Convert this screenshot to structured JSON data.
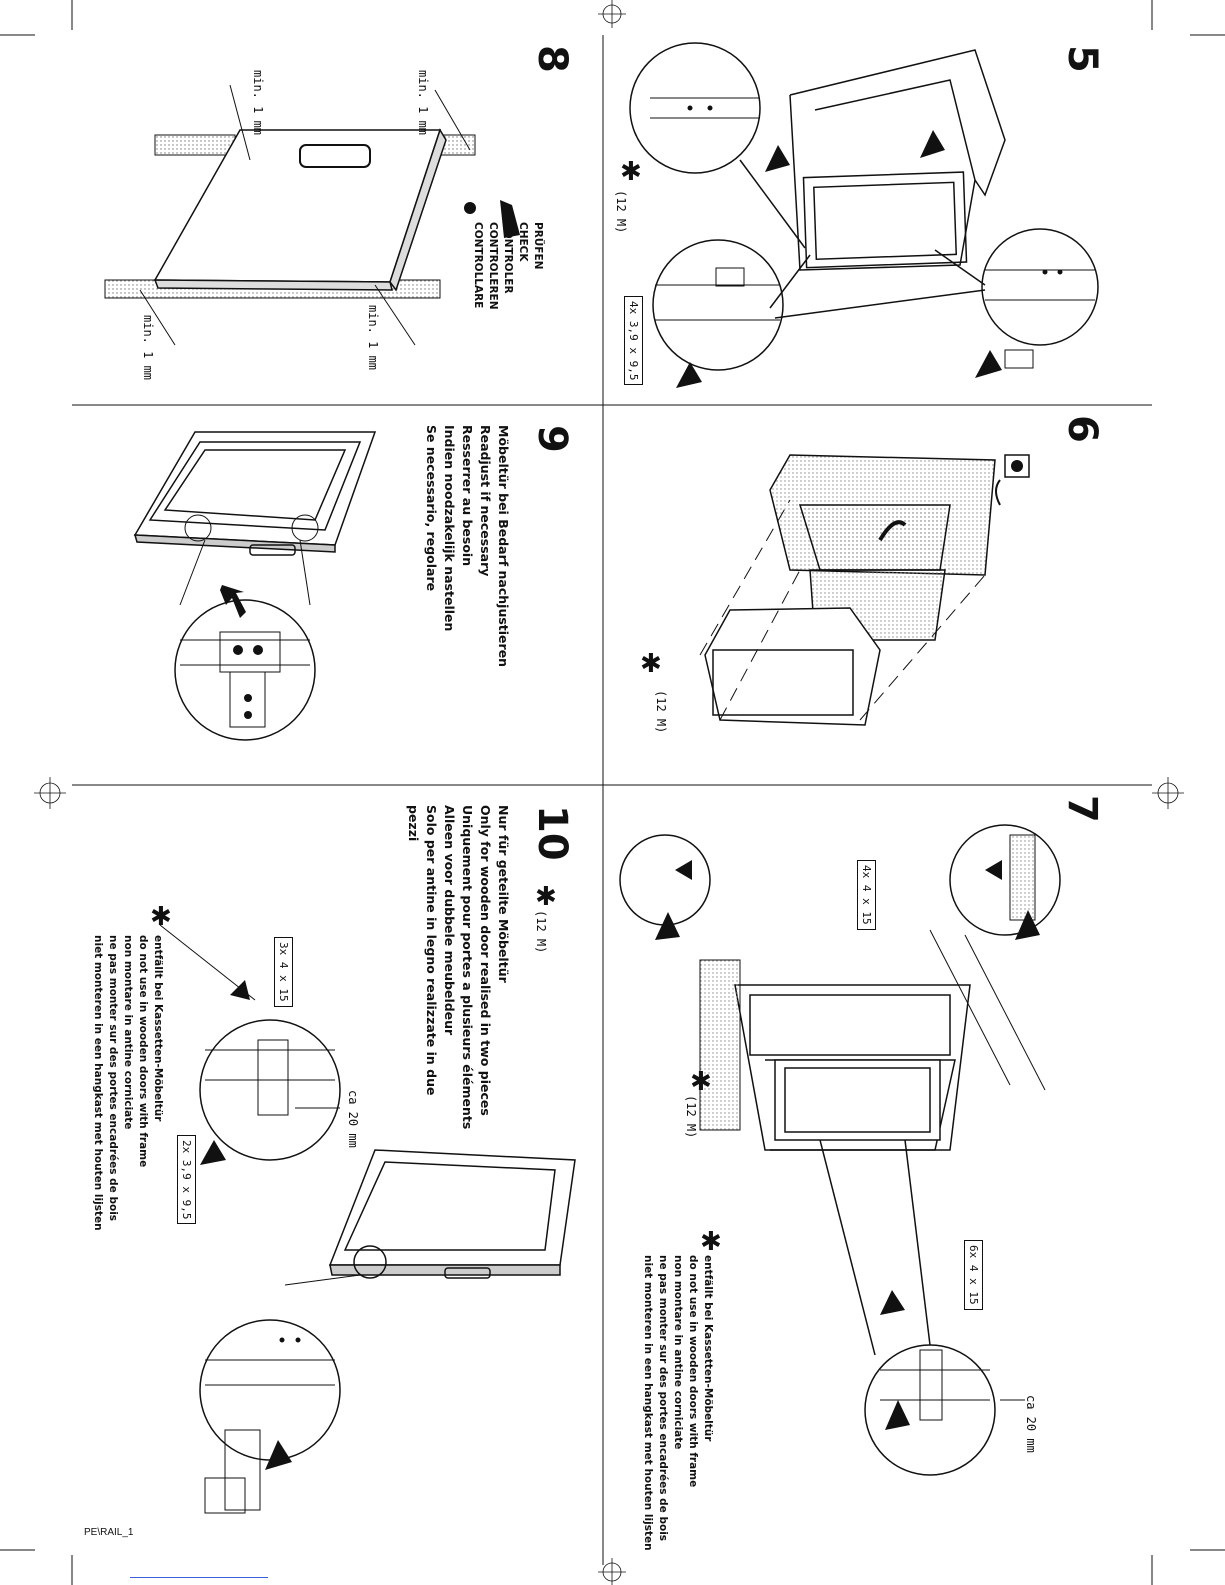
{
  "steps": {
    "s5": {
      "number": "5",
      "note_12m": "(12 M)",
      "screw_label": "4x 3,9 x 9,5"
    },
    "s6": {
      "number": "6",
      "note_12m": "(12 M)"
    },
    "s7": {
      "number": "7",
      "note_12m": "(12 M)",
      "screw_top": "4x 4 x 15",
      "screw_bottom": "6x 4 x 15",
      "dim": "ca 20 mm",
      "notes": [
        "entfällt bei Kassetten-Möbeltür",
        "do not use in wooden doors with frame",
        "non montare in antine corniciate",
        "ne pas monter sur des portes encadrées de bois",
        "niet monteren in een hangkast met houten lijsten"
      ]
    },
    "s8": {
      "number": "8",
      "dims": [
        "min. 1 mm",
        "min. 1 mm",
        "min. 1 mm",
        "min. 1 mm"
      ],
      "check": [
        "PRÜFEN",
        "CHECK",
        "CONTROLER",
        "CONTROLEREN",
        "CONTROLLARE"
      ]
    },
    "s9": {
      "number": "9",
      "lines": [
        "Möbeltür bei Bedarf nachjustieren",
        "Readjust if necessary",
        "Resserrer au besoin",
        "Indien noodzakelijk nastellen",
        "Se necessario, regolare"
      ]
    },
    "s10": {
      "number": "10",
      "note_12m": "(12 M)",
      "lines": [
        "Nur für geteilte Möbeltür",
        "Only for wooden door realised in two pieces",
        "Uniquement pour portes a plusieurs éléments",
        "Alleen voor dubbele meubeldeur",
        "Solo per antine in legno realizzate in due",
        "pezzi"
      ],
      "screw_top": "3x 4 x 15",
      "screw_bottom": "2x 3,9 x 9,5",
      "dim": "ca 20 mm",
      "notes": [
        "entfällt bei Kassetten-Möbeltür",
        "do not use in wooden doors with frame",
        "non montare in antine corniciate",
        "ne pas monter sur des portes encadrées de bois",
        "niet monteren in een hangkast met houten lijsten"
      ]
    }
  },
  "footer": {
    "code": "PE\\RAIL_1"
  },
  "colors": {
    "ink": "#111111",
    "hatch": "#9a9a9a",
    "link": "#3b5fd9"
  }
}
